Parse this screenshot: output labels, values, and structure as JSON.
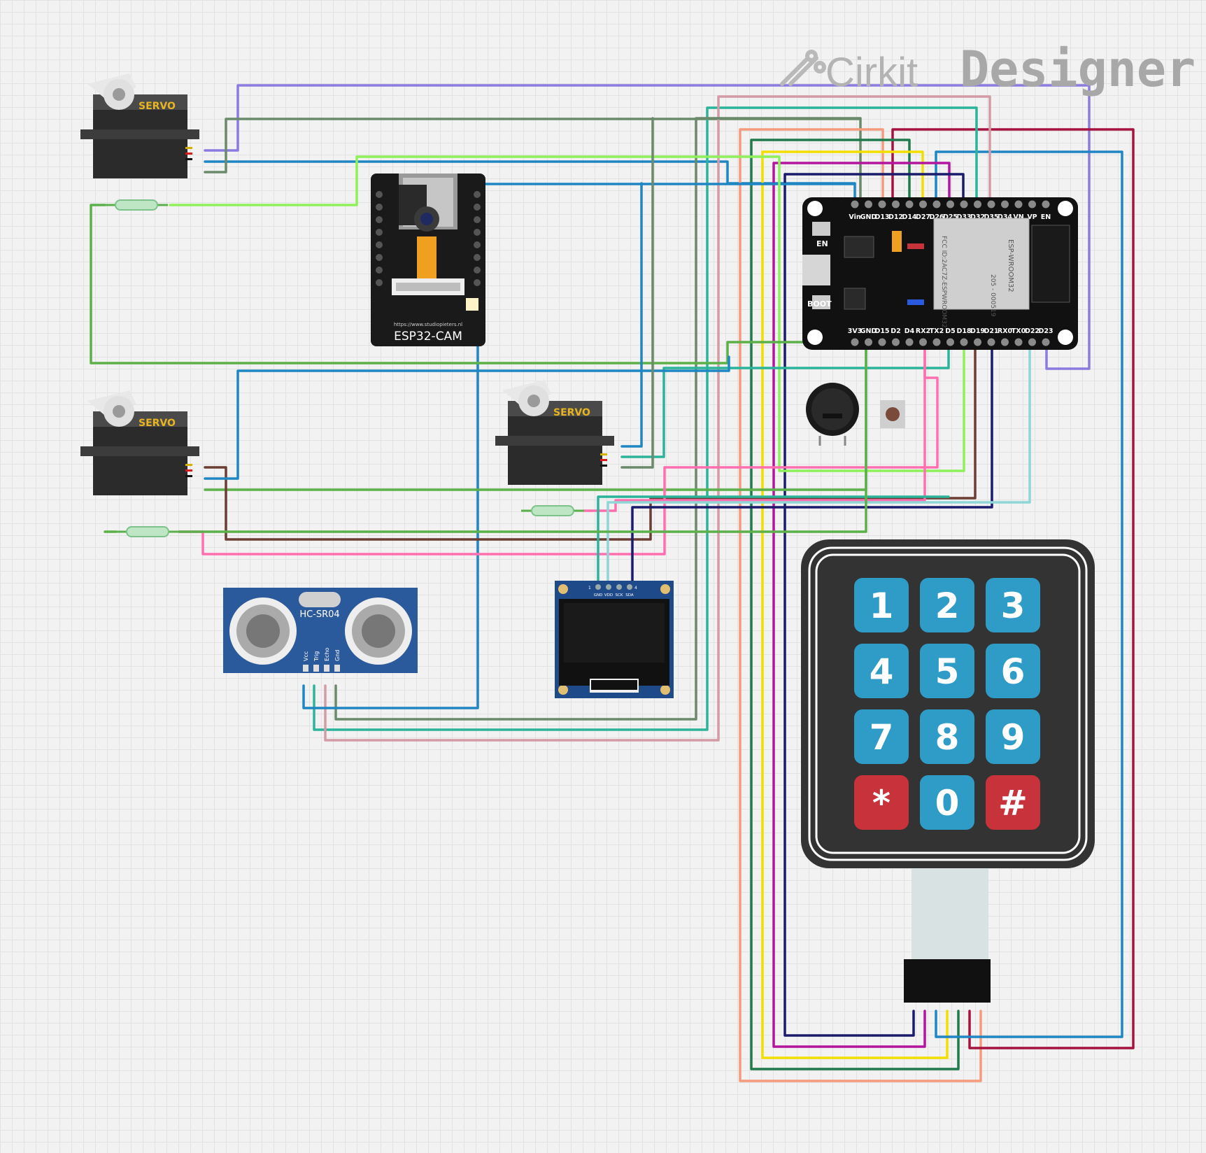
{
  "brand": {
    "cirkit": "Cirkit",
    "designer": "Designer"
  },
  "components": {
    "esp32_cam": {
      "label": "ESP32-CAM",
      "url": "https://www.studiopieters.nl"
    },
    "esp32": {
      "top_pins": [
        "Vin",
        "GND",
        "D13",
        "D12",
        "D14",
        "D27",
        "D26",
        "D25",
        "D33",
        "D32",
        "D35",
        "D34",
        "VN",
        "VP",
        "EN"
      ],
      "bottom_pins": [
        "3V3",
        "GND",
        "D15",
        "D2",
        "D4",
        "RX2",
        "TX2",
        "D5",
        "D18",
        "D19",
        "D21",
        "RX0",
        "TX0",
        "D22",
        "D23"
      ],
      "en_label": "EN",
      "boot_label": "BOOT",
      "module_text": [
        "ESP-WROOM32",
        "FCC ID:2AC7Z-ESPWROOM32",
        "205 - 000519"
      ]
    },
    "servo_label": "SERVO",
    "hcsr04": {
      "label": "HC-SR04",
      "pins": [
        "Vcc",
        "Trig",
        "Echo",
        "Gnd"
      ]
    },
    "oled": {
      "pins": [
        "GND",
        "VDD",
        "SCK",
        "SDA"
      ],
      "num_left": "1",
      "num_right": "4"
    },
    "keypad": {
      "keys": [
        "1",
        "2",
        "3",
        "4",
        "5",
        "6",
        "7",
        "8",
        "9",
        "*",
        "0",
        "#"
      ]
    }
  },
  "colors": {
    "purple": "#8a7be0",
    "blue": "#1f86c4",
    "olive": "#6b8a6b",
    "lime": "#8ef05a",
    "green": "#5cb04a",
    "teal": "#2bb49a",
    "pink": "#ff6fb0",
    "brown": "#6b3d33",
    "salmon": "#f59a7a",
    "darkgreen": "#1f7a4c",
    "yellow": "#f2df00",
    "magenta": "#b3159e",
    "navy": "#1b1b6b",
    "crimson": "#a8123f",
    "mauve": "#d49aa6",
    "cyan": "#8fd6d6",
    "key_blue": "#2f9cc8",
    "key_red": "#c8323a"
  }
}
